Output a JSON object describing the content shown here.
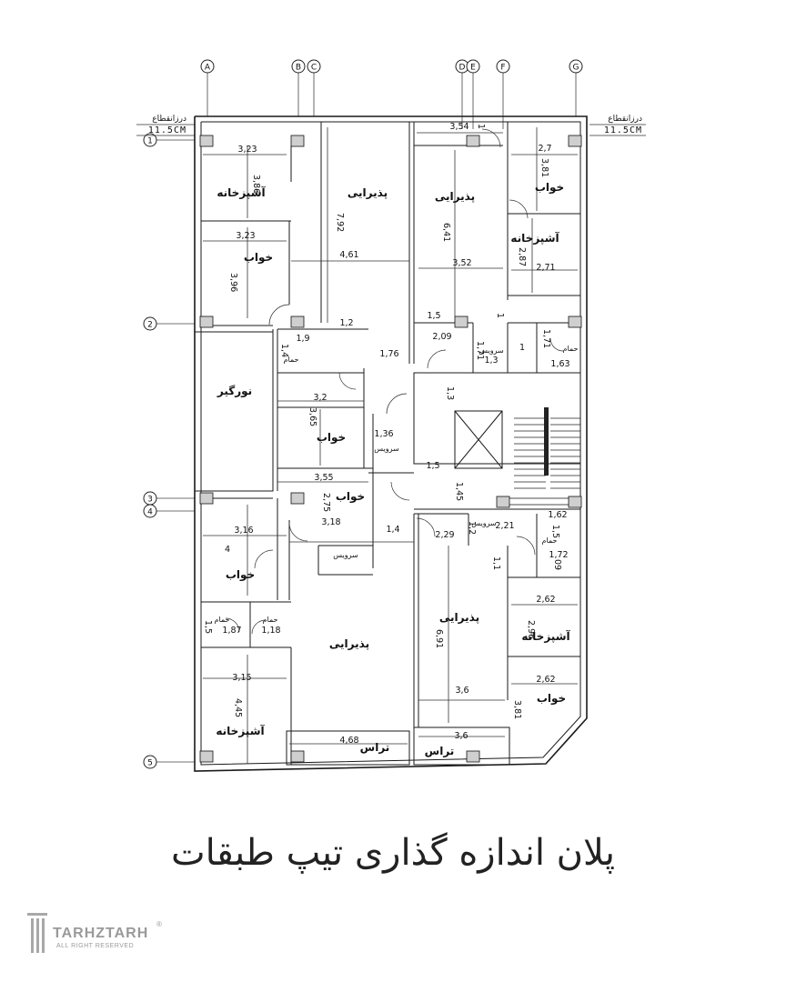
{
  "grid": {
    "columns": [
      "A",
      "B",
      "C",
      "D",
      "E",
      "F",
      "G"
    ],
    "rows": [
      "1",
      "2",
      "3",
      "4",
      "5"
    ]
  },
  "notes": {
    "joint_left": "درزانقطاع",
    "joint_left_value": "11.5CM",
    "joint_right": "درزانقطاع",
    "joint_right_value": "11.5CM"
  },
  "rooms": {
    "kitchen": "آشپزخانه",
    "reception": "پذیرایی",
    "bedroom": "خواب",
    "lightwell": "نورگیر",
    "terrace": "تراس",
    "bathroom": "حمام",
    "wc": "سرویس"
  },
  "dims": {
    "d323a": "3,23",
    "d386": "3,86",
    "d323b": "3,23",
    "d396": "3,96",
    "d792": "7,92",
    "d461": "4,61",
    "d354": "3,54",
    "d1a": "1",
    "d27": "2,7",
    "d381a": "3,81",
    "d641": "6,41",
    "d352": "3,52",
    "d287": "2,87",
    "d271": "2,71",
    "d15a": "1,5",
    "d1b": "1",
    "d12a": "1,2",
    "d19": "1,9",
    "d14a": "1,4",
    "d176": "1,76",
    "d209": "2,09",
    "d171a": "1,71",
    "d13a": "1,3",
    "d1c": "1",
    "d171b": "1,71",
    "d163": "1,63",
    "d32": "3,2",
    "d365": "3,65",
    "d136": "1,36",
    "d13b": "1,3",
    "d15b": "1,5",
    "d355": "3,55",
    "d275": "2,75",
    "d318": "3,18",
    "d145": "1,45",
    "d14b": "1,4",
    "d229": "2,29",
    "d12b": "1,2",
    "d221": "2,21",
    "d162": "1,62",
    "d316": "3,16",
    "d4": "4",
    "d15c": "1,5",
    "d11": "1,1",
    "d172": "1,72",
    "d09": "09",
    "d262a": "2,62",
    "d15d": "1,5",
    "d187": "1,87",
    "d118": "1,18",
    "d691": "6,91",
    "d296": "2,96",
    "d315": "3,15",
    "d445": "4,45",
    "d36a": "3,6",
    "d262b": "2,62",
    "d381b": "3,81",
    "d468": "4,68",
    "d36b": "3,6"
  },
  "caption": "پلان اندازه گذاری تیپ طبقات",
  "brand": {
    "name": "TARHZTARH",
    "sub": "ALL RIGHT RESERVED",
    "reg": "®"
  }
}
